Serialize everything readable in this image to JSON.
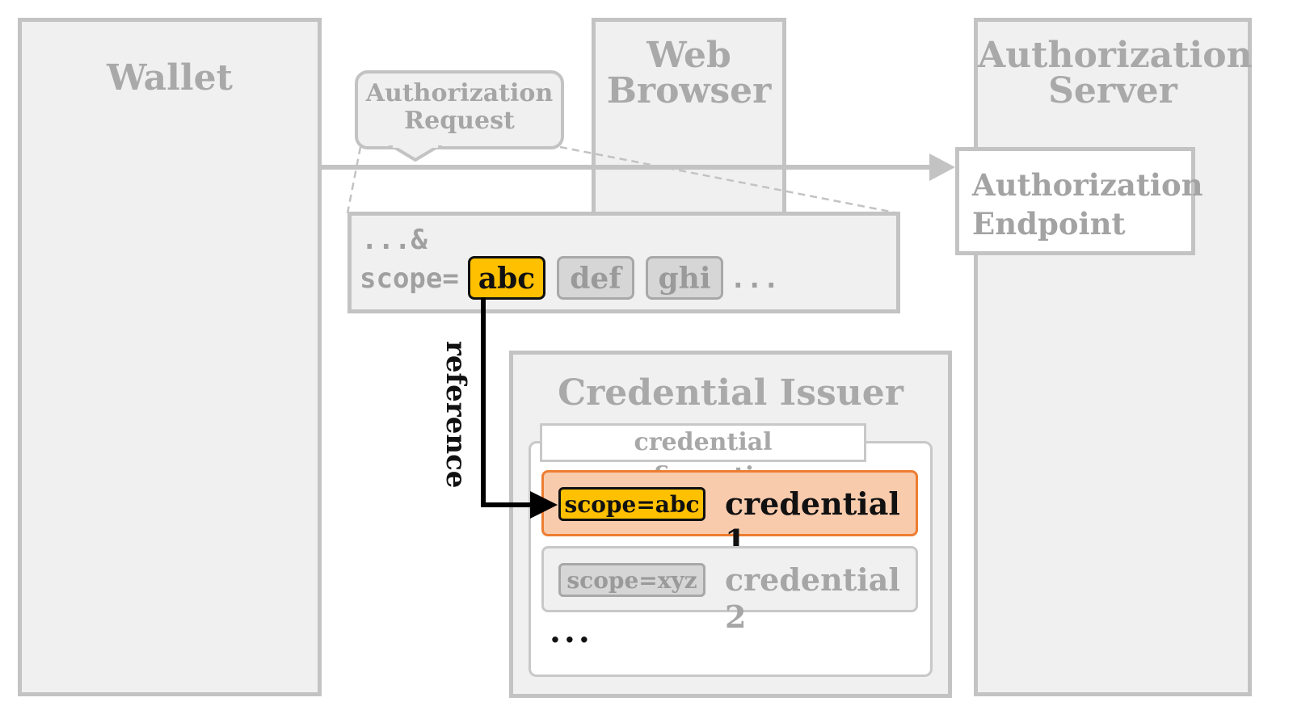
{
  "wallet": {
    "title": "Wallet"
  },
  "browser": {
    "title_line1": "Web",
    "title_line2": "Browser"
  },
  "auth_server": {
    "title_line1": "Authorization",
    "title_line2": "Server",
    "endpoint_line1": "Authorization",
    "endpoint_line2": "Endpoint"
  },
  "request_callout": {
    "line1": "Authorization",
    "line2": "Request"
  },
  "url": {
    "prefix": "...&",
    "scope_label": "scope=",
    "scopes": [
      "abc",
      "def",
      "ghi"
    ],
    "ellipsis": "..."
  },
  "reference_label": "reference",
  "issuer": {
    "title": "Credential Issuer",
    "configs_label": "credential configurations",
    "credentials": [
      {
        "scope": "scope=abc",
        "name": "credential 1"
      },
      {
        "scope": "scope=xyz",
        "name": "credential 2"
      }
    ],
    "more": "..."
  }
}
